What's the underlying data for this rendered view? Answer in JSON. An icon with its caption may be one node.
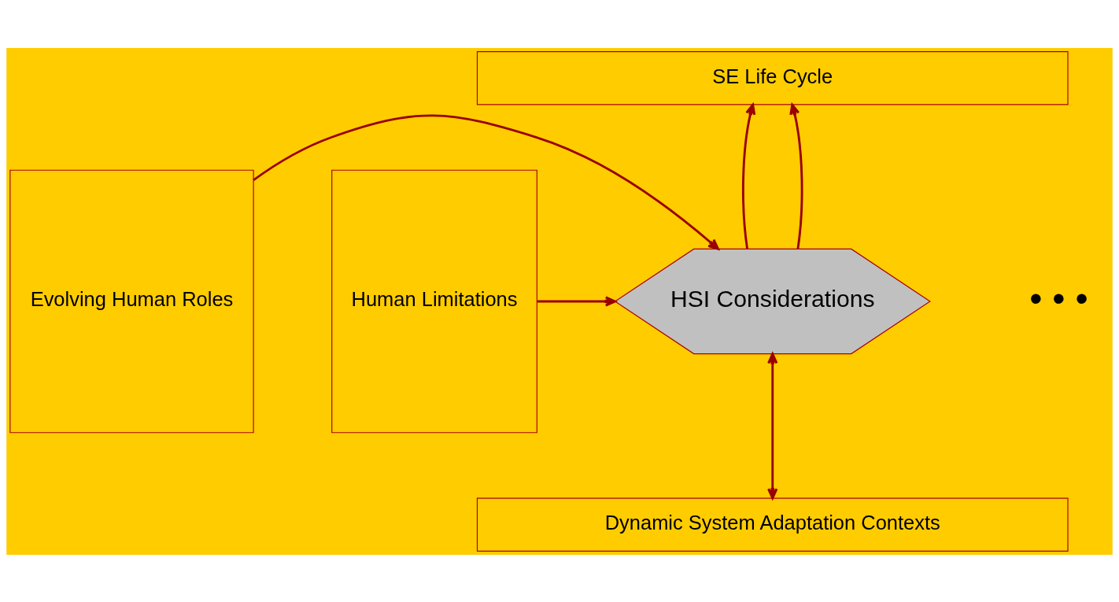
{
  "diagram": {
    "nodes": [
      {
        "text": [
          "SE Life Cycle"
        ]
      },
      {
        "text": [
          "Evolving Human Roles"
        ]
      },
      {
        "text": [
          "HSI Considerations"
        ]
      },
      {
        "text": [
          "Human Limitations"
        ]
      },
      {
        "text": [
          "Dynamic System Adaptation Contexts"
        ]
      }
    ],
    "edges": [
      {
        "from": 2,
        "to": 0,
        "arrow": "to"
      },
      {
        "from": 2,
        "to": 0,
        "arrow": "to"
      },
      {
        "from": 1,
        "to": 2,
        "arrow": "to"
      },
      {
        "from": 3,
        "to": 2,
        "arrow": "to"
      },
      {
        "from": 2,
        "to": 4,
        "arrow": "both"
      }
    ],
    "labels": [
      "• • •"
    ]
  }
}
